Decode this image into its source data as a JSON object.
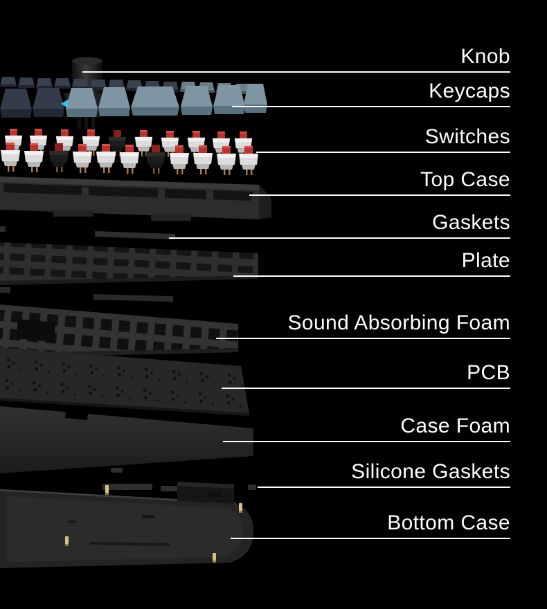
{
  "diagram": {
    "type": "exploded-view",
    "labels": [
      "Knob",
      "Keycaps",
      "Switches",
      "Top Case",
      "Gaskets",
      "Plate",
      "Sound Absorbing Foam",
      "PCB",
      "Case Foam",
      "Silicone Gaskets",
      "Bottom Case"
    ]
  },
  "colors": {
    "background": "#000000",
    "label_text": "#ffffff",
    "leader_line": "#ffffff",
    "keycap_dark": "#343c4c",
    "keycap_light": "#7e96a3",
    "keycap_accent": "#3bc4e8",
    "switch_body": "#dcdcdc",
    "switch_stem": "#c0302a",
    "switch_pin": "#b07a45",
    "case_dark": "#2c2c2c",
    "pin_gold": "#d8c387"
  }
}
